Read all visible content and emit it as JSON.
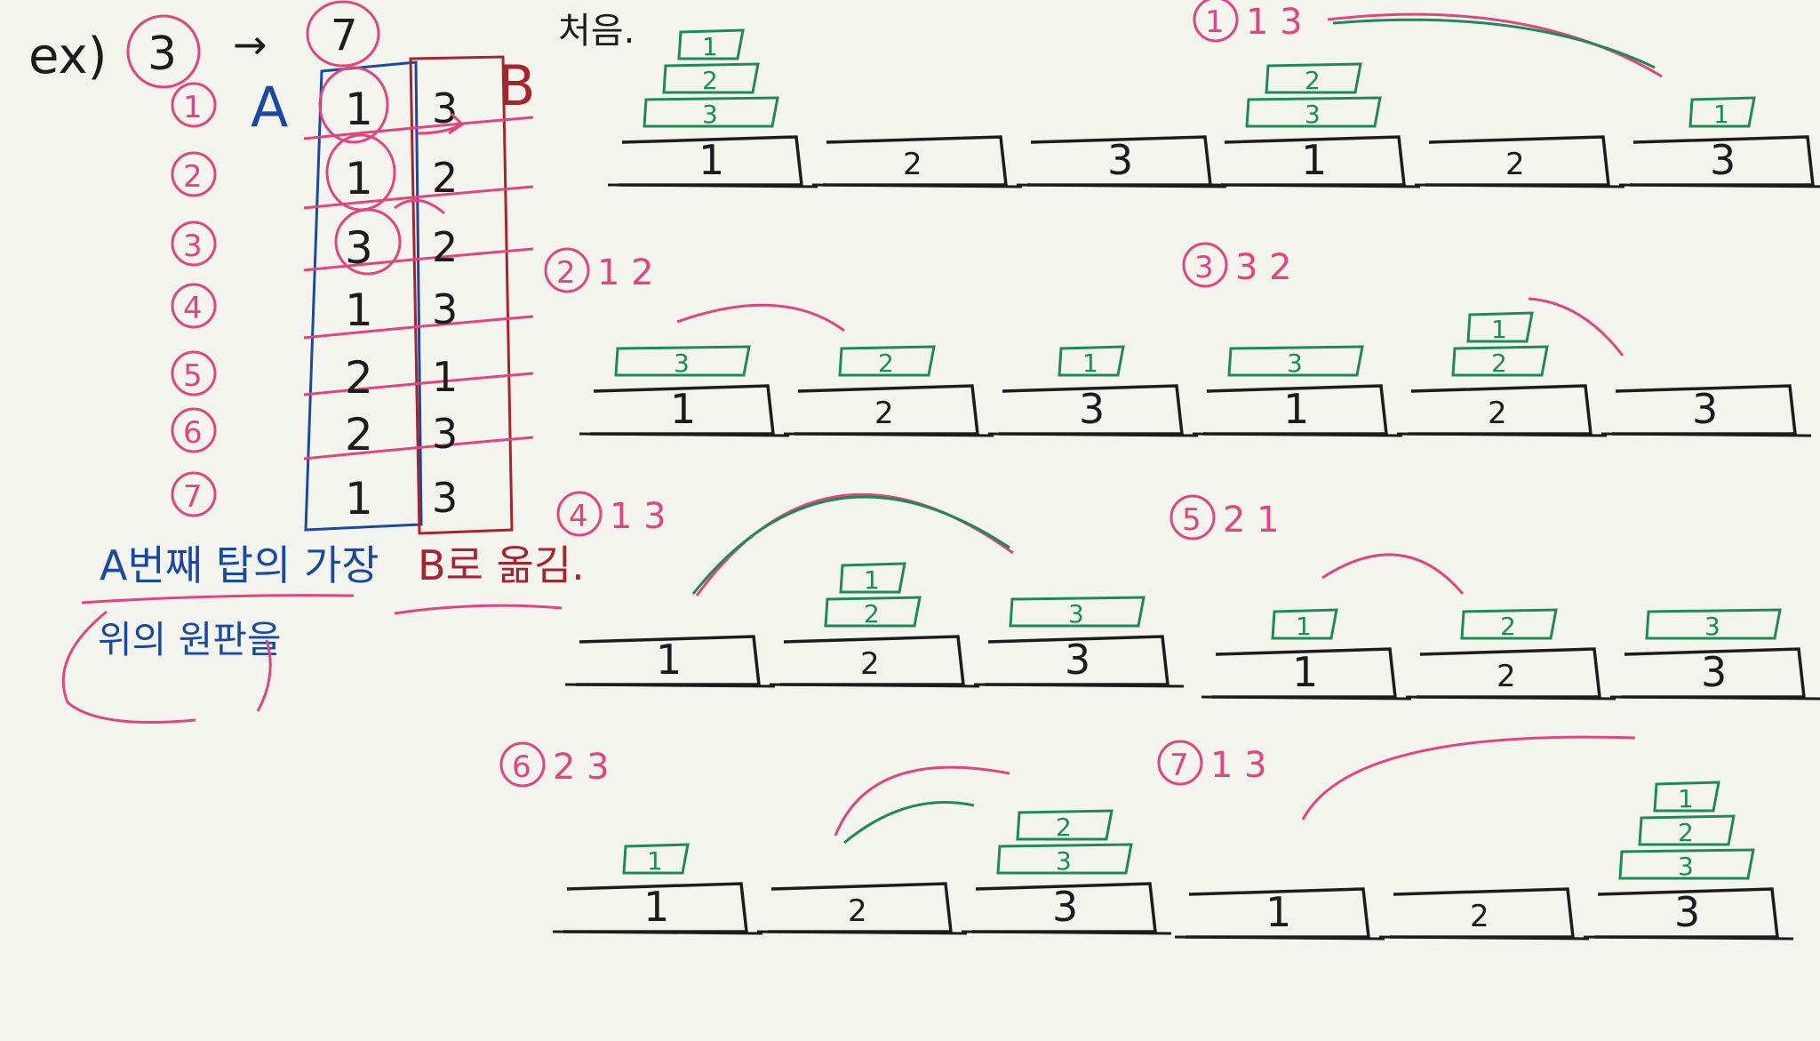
{
  "colors": {
    "background": "#f4f4ef",
    "ink_black": "#1c1c1c",
    "ink_pink": "#e0457f",
    "ink_green": "#1e8a57",
    "ink_blue": "#1a4aa0",
    "ink_red": "#a8242c"
  },
  "example": {
    "prefix": "ex)",
    "disks": "3",
    "arrow": "→",
    "moves": "7"
  },
  "table": {
    "col_a": "A",
    "col_b": "B",
    "row_numbers": [
      "1",
      "2",
      "3",
      "4",
      "5",
      "6",
      "7"
    ],
    "a_values": [
      "1",
      "1",
      "3",
      "1",
      "2",
      "2",
      "1"
    ],
    "b_values": [
      "3",
      "2",
      "2",
      "3",
      "1",
      "3",
      "3"
    ]
  },
  "note": {
    "line1": "A번째 탑의 가장",
    "line1_b": "B로 옮김.",
    "line2": "위의 원판을"
  },
  "initial_label": "처음.",
  "steps": [
    {
      "num": "1",
      "move": "1 3"
    },
    {
      "num": "2",
      "move": "1 2"
    },
    {
      "num": "3",
      "move": "3 2"
    },
    {
      "num": "4",
      "move": "1 3"
    },
    {
      "num": "5",
      "move": "2 1"
    },
    {
      "num": "6",
      "move": "2 3"
    },
    {
      "num": "7",
      "move": "1 3"
    }
  ],
  "pegs": [
    "1",
    "2",
    "3"
  ],
  "disk_labels": [
    "1",
    "2",
    "3"
  ]
}
